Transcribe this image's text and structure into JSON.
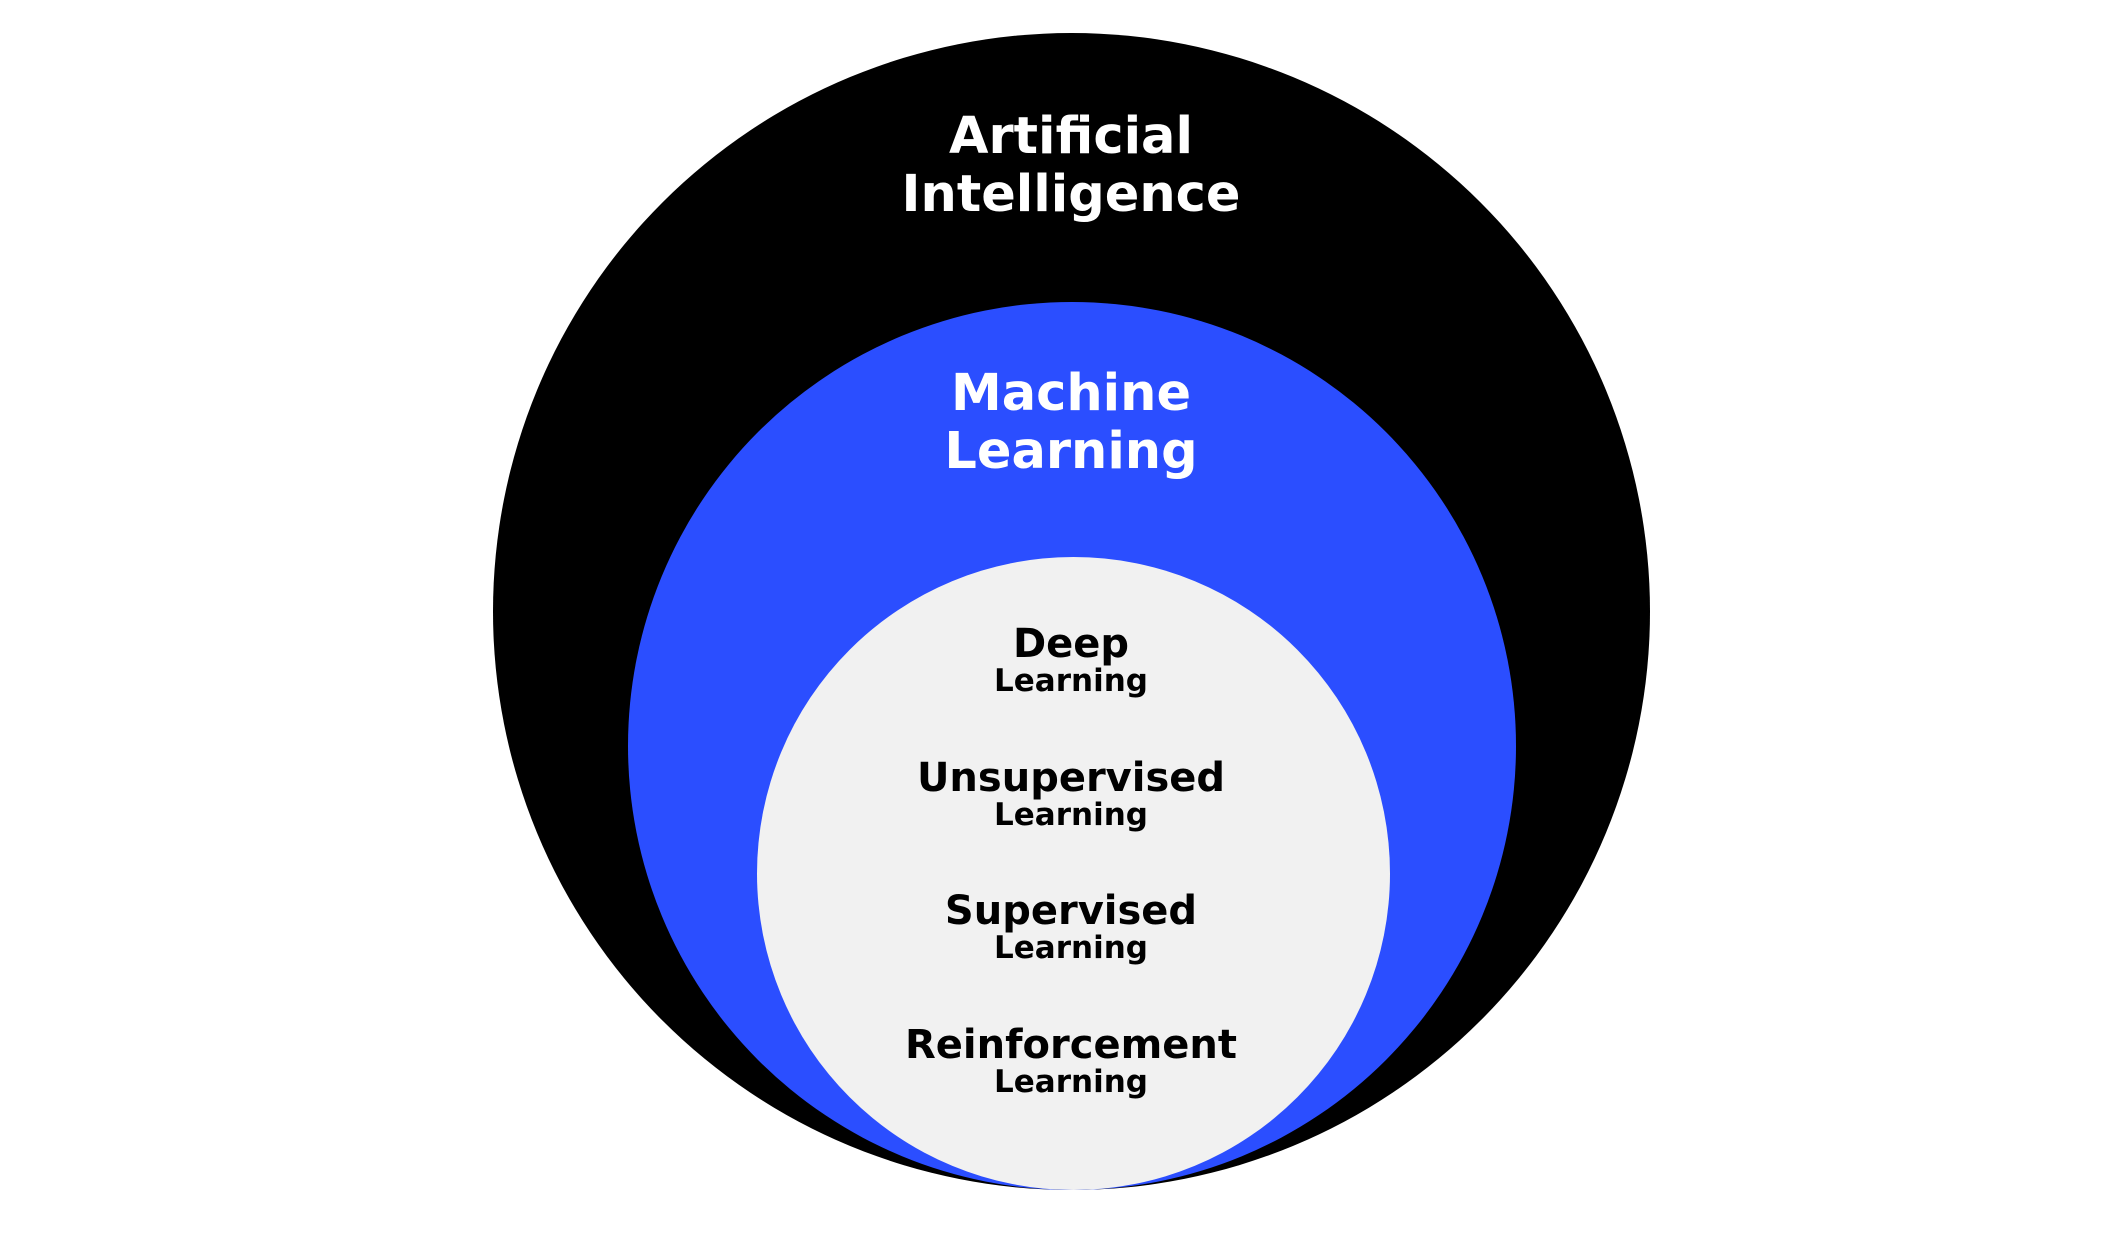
{
  "colors": {
    "background": "#ffffff",
    "outer_circle": "#000000",
    "middle_circle": "#2b4eff",
    "inner_circle": "#f1f1f1",
    "outer_text": "#ffffff",
    "middle_text": "#ffffff",
    "inner_text": "#000000"
  },
  "outer": {
    "line1": "Artificial",
    "line2": "Intelligence"
  },
  "middle": {
    "line1": "Machine",
    "line2": "Learning"
  },
  "inner": {
    "items": [
      {
        "title": "Deep",
        "caption": "Learning"
      },
      {
        "title": "Unsupervised",
        "caption": "Learning"
      },
      {
        "title": "Supervised",
        "caption": "Learning"
      },
      {
        "title": "Reinforcement",
        "caption": "Learning"
      }
    ]
  }
}
